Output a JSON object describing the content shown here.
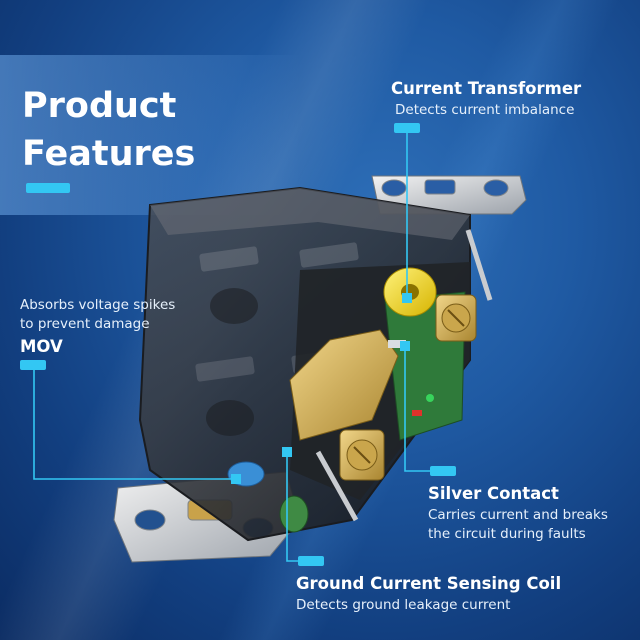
{
  "heading": {
    "line1": "Product",
    "line2": "Features"
  },
  "features": [
    {
      "title": "Current Transformer",
      "description": [
        "Detects current imbalance"
      ]
    },
    {
      "title": "MOV",
      "description": [
        "Absorbs voltage spikes",
        "to prevent damage"
      ]
    },
    {
      "title": "Silver Contact",
      "description": [
        "Carries current and breaks",
        "the circuit during faults"
      ]
    },
    {
      "title": "Ground Current Sensing Coil",
      "description": [
        "Detects ground leakage current"
      ]
    }
  ],
  "colors": {
    "accent": "#33c7f3",
    "background": "#1f5aa3",
    "text": "#ffffff"
  }
}
